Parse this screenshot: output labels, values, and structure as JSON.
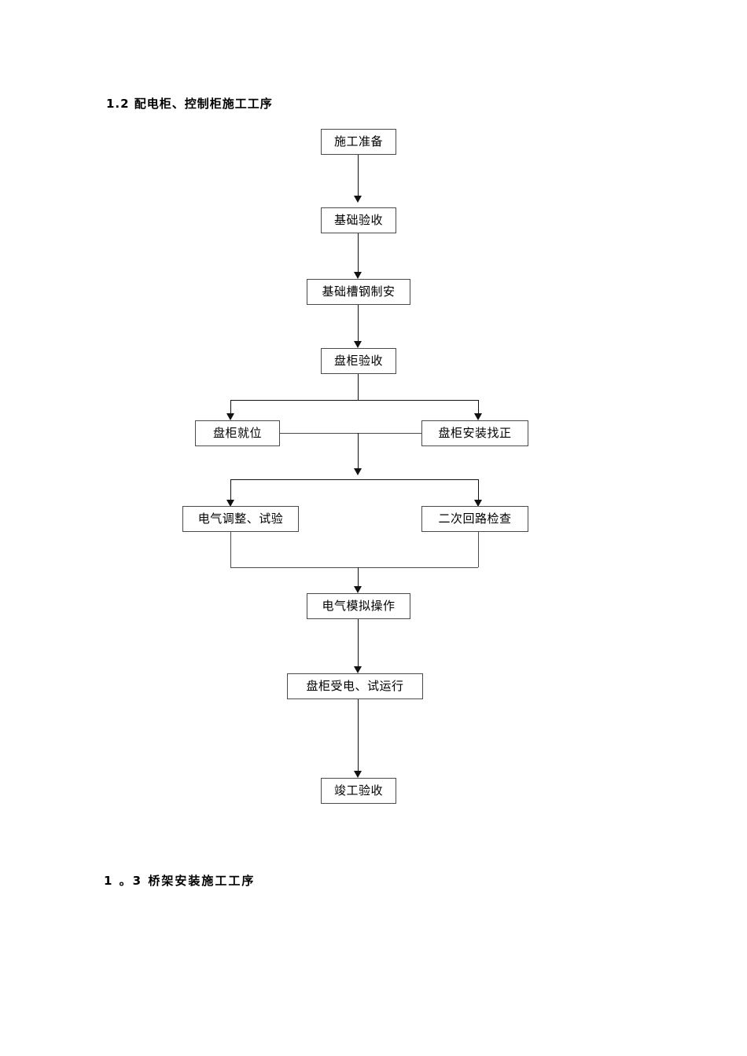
{
  "document": {
    "background_color": "#ffffff",
    "text_color": "#000000",
    "box_border_color": "#4a4a4a",
    "connector_color": "#111111"
  },
  "headings": {
    "top": "1.2 配电柜、控制柜施工工序",
    "bottom": "1 。3 桥架安装施工工序"
  },
  "flowchart": {
    "title": "配电柜、控制柜施工工序",
    "type": "process-flow",
    "nodes": [
      {
        "id": "n1",
        "label": "施工准备"
      },
      {
        "id": "n2",
        "label": "基础验收"
      },
      {
        "id": "n3",
        "label": "基础槽钢制安"
      },
      {
        "id": "n4",
        "label": "盘柜验收"
      },
      {
        "id": "n5",
        "label": "盘柜就位"
      },
      {
        "id": "n6",
        "label": "盘柜安装找正"
      },
      {
        "id": "n7",
        "label": "电气调整、试验"
      },
      {
        "id": "n8",
        "label": "二次回路检查"
      },
      {
        "id": "n9",
        "label": "电气模拟操作"
      },
      {
        "id": "n10",
        "label": "盘柜受电、试运行"
      },
      {
        "id": "n11",
        "label": "竣工验收"
      }
    ],
    "edges": [
      {
        "from": "n1",
        "to": "n2",
        "kind": "arrow-down"
      },
      {
        "from": "n2",
        "to": "n3",
        "kind": "arrow-down"
      },
      {
        "from": "n3",
        "to": "n4",
        "kind": "arrow-down"
      },
      {
        "from": "n4",
        "to": "n5",
        "kind": "split-arrow-down-left"
      },
      {
        "from": "n4",
        "to": "n6",
        "kind": "split-arrow-down-right"
      },
      {
        "from": "n5",
        "to": "n6",
        "kind": "horizontal-link"
      },
      {
        "from": "n5",
        "to": "n7",
        "kind": "split-arrow-down-left"
      },
      {
        "from": "n6",
        "to": "n8",
        "kind": "split-arrow-down-right"
      },
      {
        "from": "n7",
        "to": "n9",
        "kind": "merge-arrow-down"
      },
      {
        "from": "n8",
        "to": "n9",
        "kind": "merge-arrow-down"
      },
      {
        "from": "n9",
        "to": "n10",
        "kind": "arrow-down"
      },
      {
        "from": "n10",
        "to": "n11",
        "kind": "arrow-down"
      }
    ]
  }
}
